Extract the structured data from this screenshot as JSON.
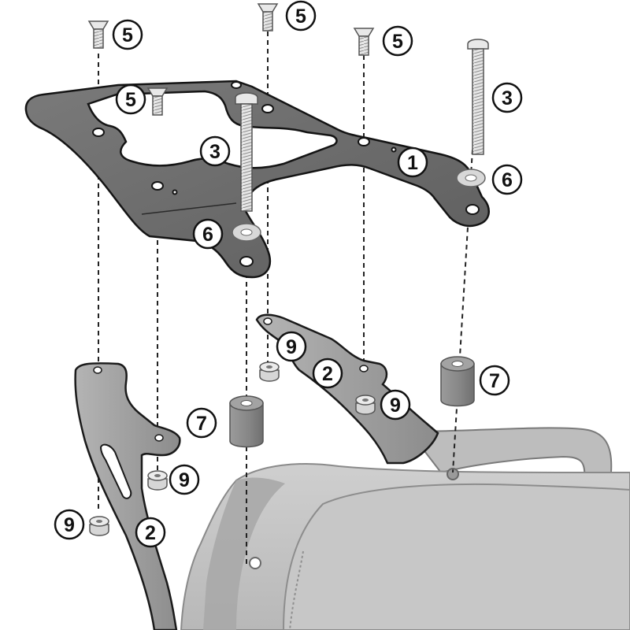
{
  "colors": {
    "background": "#ffffff",
    "metal_dark": "#6e6e6e",
    "metal_light": "#9a9a9a",
    "metal_edge": "#1a1a1a",
    "spacer": "#8a8a8a",
    "hardware": "#e2e2e2",
    "washer": "#d6d6d6",
    "seat": "#c3c3c3",
    "seat_dark": "#a9a9a9",
    "callout_fill": "#ffffff",
    "callout_stroke": "#111111",
    "leader_line": "#222222"
  },
  "callouts": [
    {
      "id": "c5a",
      "text": "5"
    },
    {
      "id": "c5b",
      "text": "5"
    },
    {
      "id": "c5c",
      "text": "5"
    },
    {
      "id": "c5d",
      "text": "5"
    },
    {
      "id": "c3a",
      "text": "3"
    },
    {
      "id": "c3b",
      "text": "3"
    },
    {
      "id": "c1",
      "text": "1"
    },
    {
      "id": "c6a",
      "text": "6"
    },
    {
      "id": "c6b",
      "text": "6"
    },
    {
      "id": "c9a",
      "text": "9"
    },
    {
      "id": "c9b",
      "text": "9"
    },
    {
      "id": "c9c",
      "text": "9"
    },
    {
      "id": "c9d",
      "text": "9"
    },
    {
      "id": "c2a",
      "text": "2"
    },
    {
      "id": "c2b",
      "text": "2"
    },
    {
      "id": "c7a",
      "text": "7"
    },
    {
      "id": "c7b",
      "text": "7"
    }
  ]
}
